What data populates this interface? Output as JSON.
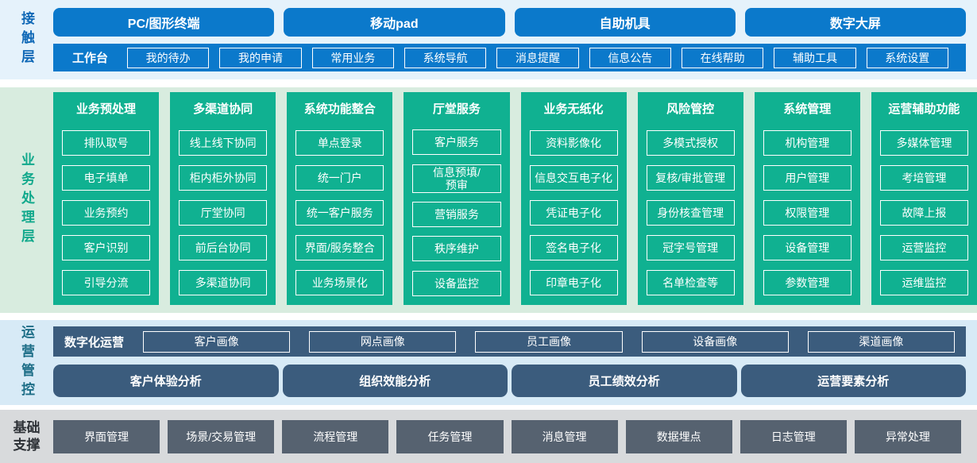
{
  "colors": {
    "accent-blue": "#0b79cb",
    "contact-bg": "#e5f2fb",
    "contact-label": "#0f68b6",
    "green": "#10b191",
    "business-bg": "#d8ecdf",
    "business-label": "#12a98c",
    "slate": "#3b5c7d",
    "ops-bg": "#d7eaf6",
    "ops-label": "#1d6e87",
    "foundation-bg": "#d8dadc",
    "foundation-item": "#566270",
    "foundation-label": "#2e3237"
  },
  "contact": {
    "label": "接触层",
    "terminals": [
      "PC/图形终端",
      "移动pad",
      "自助机具",
      "数字大屏"
    ],
    "workbench": {
      "label": "工作台",
      "items": [
        "我的待办",
        "我的申请",
        "常用业务",
        "系统导航",
        "消息提醒",
        "信息公告",
        "在线帮助",
        "辅助工具",
        "系统设置"
      ]
    }
  },
  "business": {
    "label": "业务处理层",
    "columns": [
      {
        "title": "业务预处理",
        "items": [
          "排队取号",
          "电子填单",
          "业务预约",
          "客户识别",
          "引导分流"
        ]
      },
      {
        "title": "多渠道协同",
        "items": [
          "线上线下协同",
          "柜内柜外协同",
          "厅堂协同",
          "前后台协同",
          "多渠道协同"
        ]
      },
      {
        "title": "系统功能整合",
        "items": [
          "单点登录",
          "统一门户",
          "统一客户服务",
          "界面/服务整合",
          "业务场景化"
        ]
      },
      {
        "title": "厅堂服务",
        "items": [
          "客户服务",
          "信息预填/\n预审",
          "营销服务",
          "秩序维护",
          "设备监控"
        ]
      },
      {
        "title": "业务无纸化",
        "items": [
          "资料影像化",
          "信息交互电子化",
          "凭证电子化",
          "签名电子化",
          "印章电子化"
        ]
      },
      {
        "title": "风险管控",
        "items": [
          "多模式授权",
          "复核/审批管理",
          "身份核查管理",
          "冠字号管理",
          "名单检查等"
        ]
      },
      {
        "title": "系统管理",
        "items": [
          "机构管理",
          "用户管理",
          "权限管理",
          "设备管理",
          "参数管理"
        ]
      },
      {
        "title": "运营辅助功能",
        "items": [
          "多媒体管理",
          "考培管理",
          "故障上报",
          "运营监控",
          "运维监控"
        ]
      }
    ]
  },
  "operations": {
    "label": "运营管控",
    "digital": {
      "label": "数字化运营",
      "items": [
        "客户画像",
        "网点画像",
        "员工画像",
        "设备画像",
        "渠道画像"
      ]
    },
    "analysis": [
      "客户体验分析",
      "组织效能分析",
      "员工绩效分析",
      "运营要素分析"
    ]
  },
  "foundation": {
    "label": "基础\n支撑",
    "items": [
      "界面管理",
      "场景/交易管理",
      "流程管理",
      "任务管理",
      "消息管理",
      "数据埋点",
      "日志管理",
      "异常处理"
    ]
  }
}
